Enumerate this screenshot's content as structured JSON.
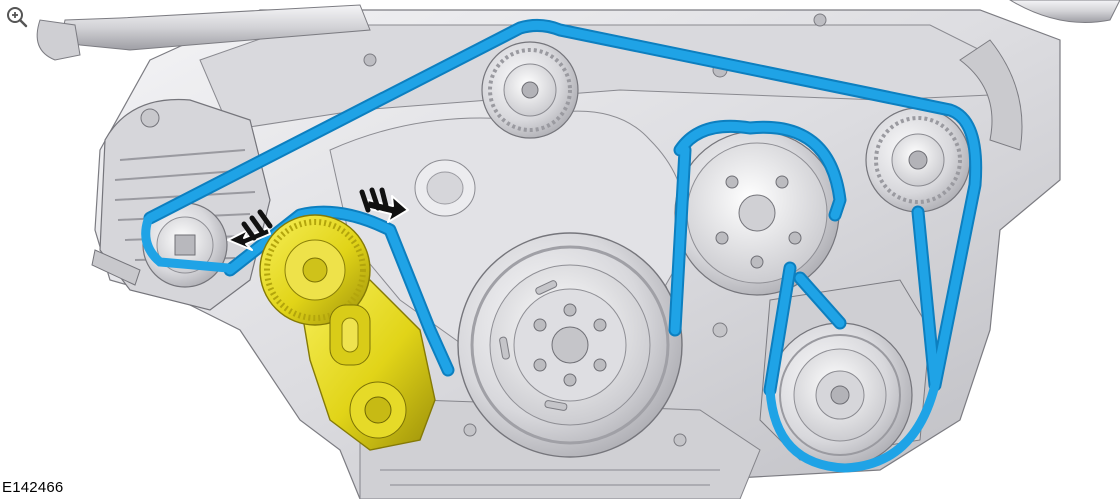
{
  "figure": {
    "code": "E142466"
  },
  "toolbar": {
    "zoom_icon": "zoom-in-icon"
  },
  "colors": {
    "belt": "#1fa3e6",
    "belt_edge": "#0d7fbf",
    "tensioner": "#e6dc1a",
    "tensioner_shade": "#a89c0a",
    "engine_light": "#e9e9eb",
    "engine_mid": "#c8c8cc",
    "engine_dark": "#8a8a90",
    "arrow": "#111111"
  },
  "components": [
    "engine-block",
    "alternator",
    "belt-tensioner",
    "crankshaft-pulley",
    "water-pump-pulley",
    "idler-pulley",
    "ac-compressor-pulley",
    "camshaft-idler",
    "accessory-drive-belt"
  ]
}
